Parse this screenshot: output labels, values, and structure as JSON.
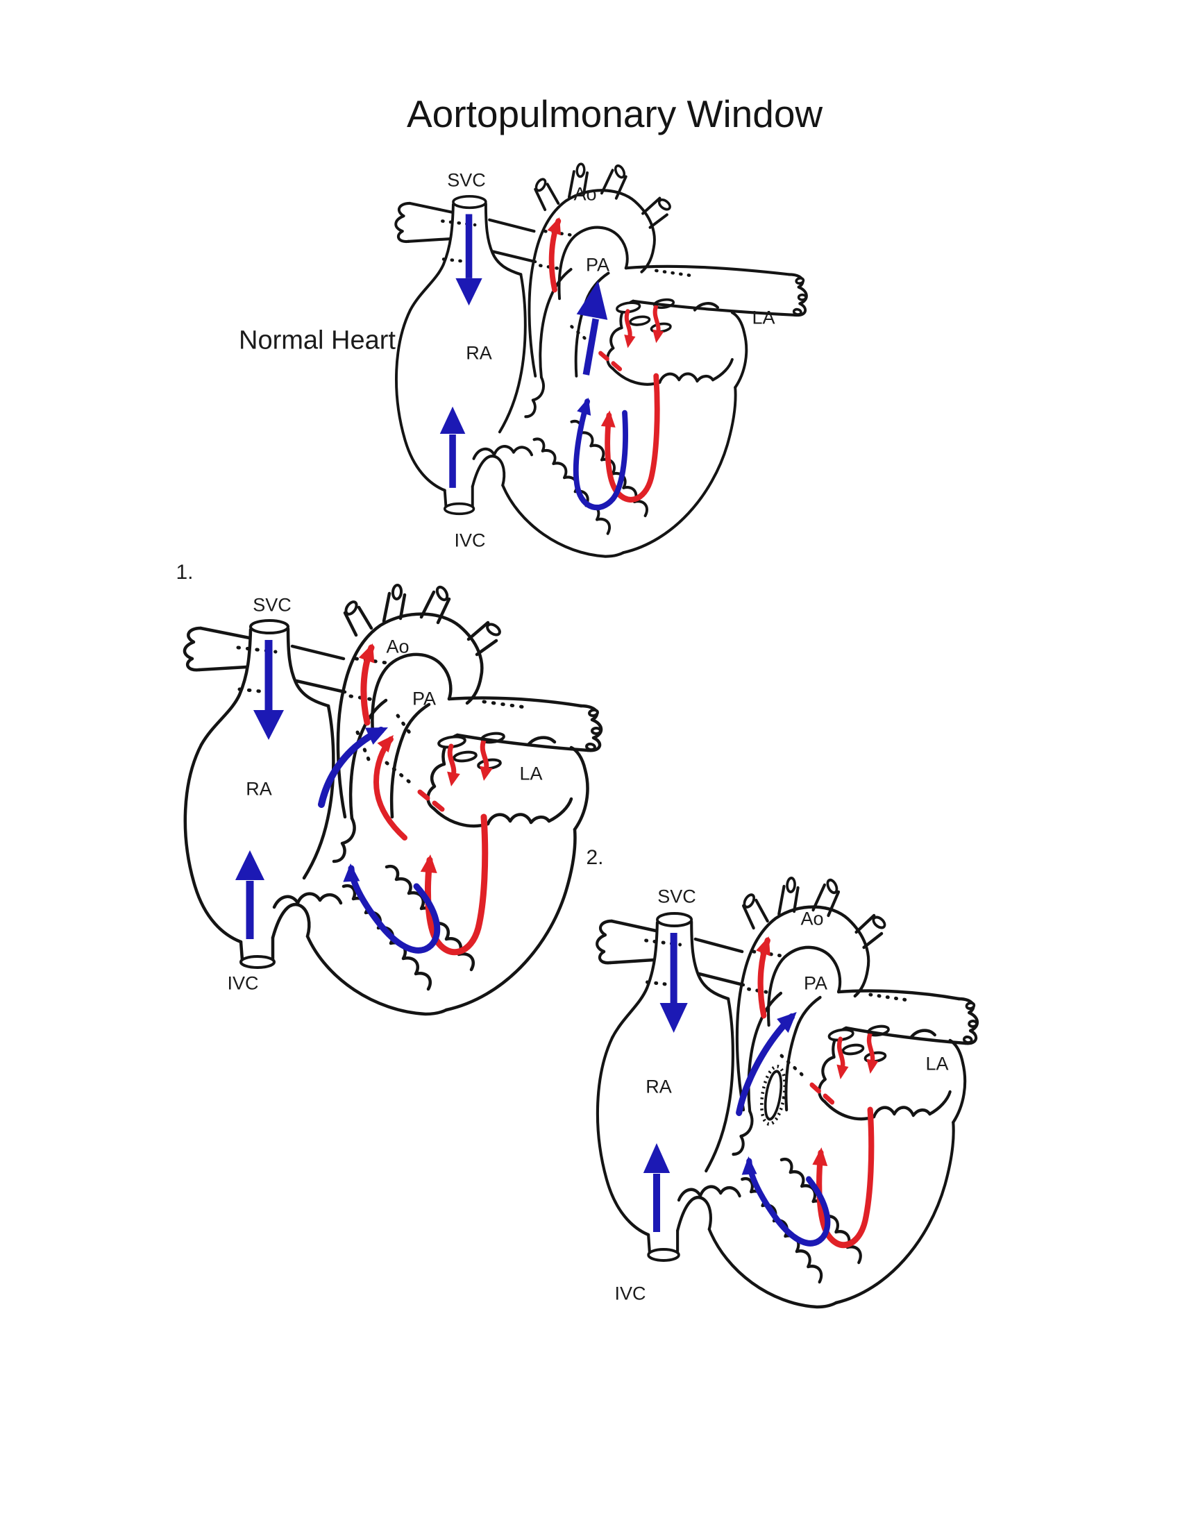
{
  "title": "Aortopulmonary Window",
  "colors": {
    "outline": "#141414",
    "deoxygenated_blue": "#1c19b4",
    "oxygenated_red": "#e02127",
    "text": "#1b1b1b",
    "background": "#ffffff"
  },
  "diagrams": [
    {
      "key": "normal",
      "caption": "Normal Heart",
      "labels": {
        "svc": "SVC",
        "ao": "Ao",
        "pa": "PA",
        "la": "LA",
        "ra": "RA",
        "ivc": "IVC"
      }
    },
    {
      "key": "defect",
      "number": "1.",
      "labels": {
        "svc": "SVC",
        "ao": "Ao",
        "pa": "PA",
        "la": "LA",
        "ra": "RA",
        "ivc": "IVC"
      }
    },
    {
      "key": "repaired",
      "number": "2.",
      "labels": {
        "svc": "SVC",
        "ao": "Ao",
        "pa": "PA",
        "la": "LA",
        "ra": "RA",
        "ivc": "IVC"
      }
    }
  ]
}
